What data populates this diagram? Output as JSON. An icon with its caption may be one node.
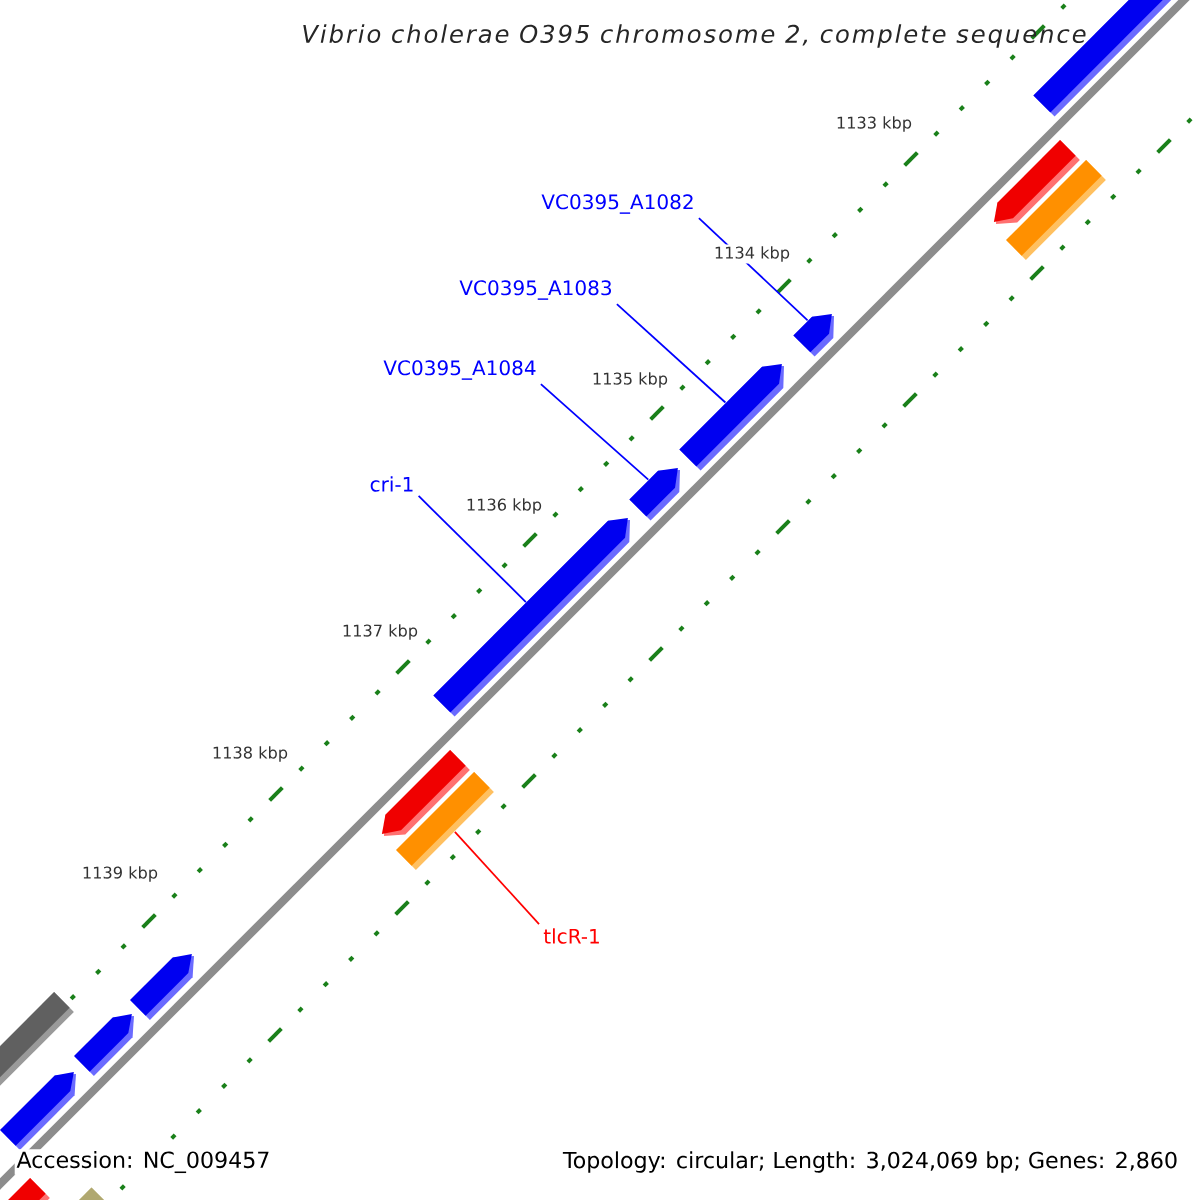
{
  "diagram": {
    "title": "Vibrio cholerae O395 chromosome 2, complete sequence",
    "nodes": [
      {
        "text": [
          "VC0395_A1082"
        ]
      },
      {
        "text": [
          "VC0395_A1083"
        ]
      },
      {
        "text": [
          "VC0395_A1084"
        ]
      },
      {
        "text": [
          "cri-1"
        ]
      },
      {
        "text": [
          "tlcR-1"
        ]
      },
      {
        "text": [],
        "shape": "bar"
      },
      {
        "text": [],
        "shape": "arrow"
      },
      {
        "text": [],
        "shape": "arrow"
      },
      {
        "text": [],
        "shape": "bar"
      },
      {
        "text": [],
        "shape": "arrow"
      },
      {
        "text": [],
        "shape": "arrow"
      },
      {
        "text": [],
        "shape": "arrow"
      },
      {
        "text": [],
        "shape": "bar"
      },
      {
        "text": [],
        "shape": "arrow"
      },
      {
        "text": [],
        "shape": "arrow"
      },
      {
        "text": [],
        "shape": "arrow"
      },
      {
        "text": [],
        "shape": "arrow"
      },
      {
        "text": [],
        "shape": "arrow"
      },
      {
        "text": [],
        "shape": "bar"
      },
      {
        "text": [],
        "shape": "bar"
      }
    ],
    "edges": [
      {
        "from": 0,
        "to": 16,
        "arrow": "none"
      },
      {
        "from": 1,
        "to": 15,
        "arrow": "none"
      },
      {
        "from": 2,
        "to": 14,
        "arrow": "none"
      },
      {
        "from": 3,
        "to": 13,
        "arrow": "none"
      },
      {
        "from": 4,
        "to": 12,
        "arrow": "none",
        "color": "#ff0000"
      }
    ],
    "labels": [
      "1133 kbp",
      "1134 kbp",
      "1135 kbp",
      "1136 kbp",
      "1137 kbp",
      "1138 kbp",
      "1139 kbp",
      "Accession: NC_009457",
      "Topology: circular; Length: 3,024,069 bp; Genes: 2,860"
    ]
  }
}
